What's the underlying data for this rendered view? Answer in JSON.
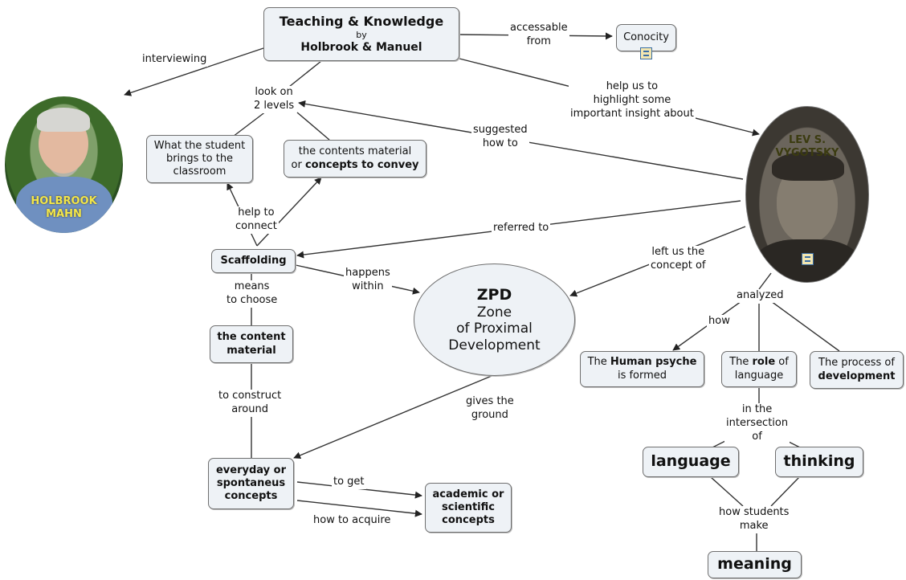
{
  "nodes": {
    "teaching_title": "Teaching & Knowledge",
    "teaching_by": "by",
    "teaching_authors": "Holbrook & Manuel",
    "conocity": "Conocity",
    "student_brings": [
      "What the student",
      "brings to the",
      "classroom"
    ],
    "contents_material": "the contents material",
    "contents_or": "or",
    "concepts_to_convey": "concepts to convey",
    "scaffolding": "Scaffolding",
    "content_material": [
      "the content",
      "material"
    ],
    "everyday": [
      "everyday or",
      "spontaneus",
      "concepts"
    ],
    "academic": [
      "academic or",
      "scientific",
      "concepts"
    ],
    "zpd_title": "ZPD",
    "zpd_text": [
      "Zone",
      "of Proximal",
      "Development"
    ],
    "human_psyche_pre": "The",
    "human_psyche_bold": "Human psyche",
    "human_psyche_post": "is formed",
    "role_pre": "The",
    "role_bold": "role",
    "role_post1": "of",
    "role_post2": "language",
    "process_line1": "The process of",
    "process_bold": "development",
    "language": "language",
    "thinking": "thinking",
    "meaning": "meaning"
  },
  "photos": {
    "holbrook": [
      "HOLBROOK",
      "MAHN"
    ],
    "vygotsky": [
      "LEV S.",
      "VYGOTSKY"
    ]
  },
  "links": {
    "interviewing": "interviewing",
    "accessable_from": [
      "accessable",
      "from"
    ],
    "look_on": [
      "look on",
      "2 levels"
    ],
    "help_us": [
      "help us to",
      "highlight some",
      "important insight about"
    ],
    "suggested": [
      "suggested",
      "how to"
    ],
    "help_to_connect": [
      "help to",
      "connect"
    ],
    "referred_to": "referred to",
    "left_us": [
      "left us the",
      "concept of"
    ],
    "happens_within": [
      "happens",
      "within"
    ],
    "means_to_choose": [
      "means",
      "to choose"
    ],
    "analyzed": "analyzed",
    "how": "how",
    "to_construct": [
      "to construct",
      "around"
    ],
    "gives_ground": [
      "gives the",
      "ground"
    ],
    "in_intersection": [
      "in the",
      "intersection",
      "of"
    ],
    "to_get": "to get",
    "how_to_acquire": "how to acquire",
    "how_students_make": [
      "how students",
      "make"
    ]
  },
  "colors": {
    "node_fill": "#eef2f6",
    "node_border": "#6f6f6f",
    "line": "#333333",
    "photo_label_holbrook": "#f2e64a",
    "photo_label_vygotsky": "#3b3b10"
  }
}
